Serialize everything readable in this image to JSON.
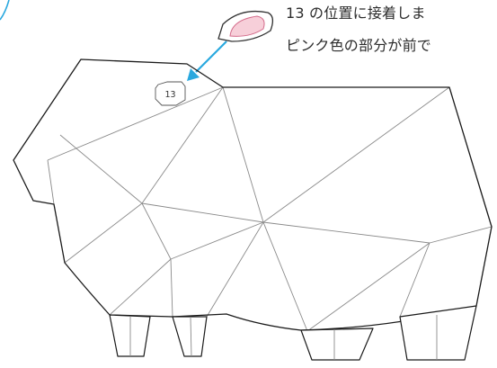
{
  "instructions": {
    "line1": "13 の位置に接着しま",
    "line2": "ピンク色の部分が前で"
  },
  "parts": {
    "marker_label": "13",
    "ear_fill_color": "#f7cfd9",
    "ear_outline_color": "#333333",
    "arrow_color": "#29a8df",
    "fold_line_color": "#8a8a8a",
    "outline_color": "#1a1a1a"
  }
}
